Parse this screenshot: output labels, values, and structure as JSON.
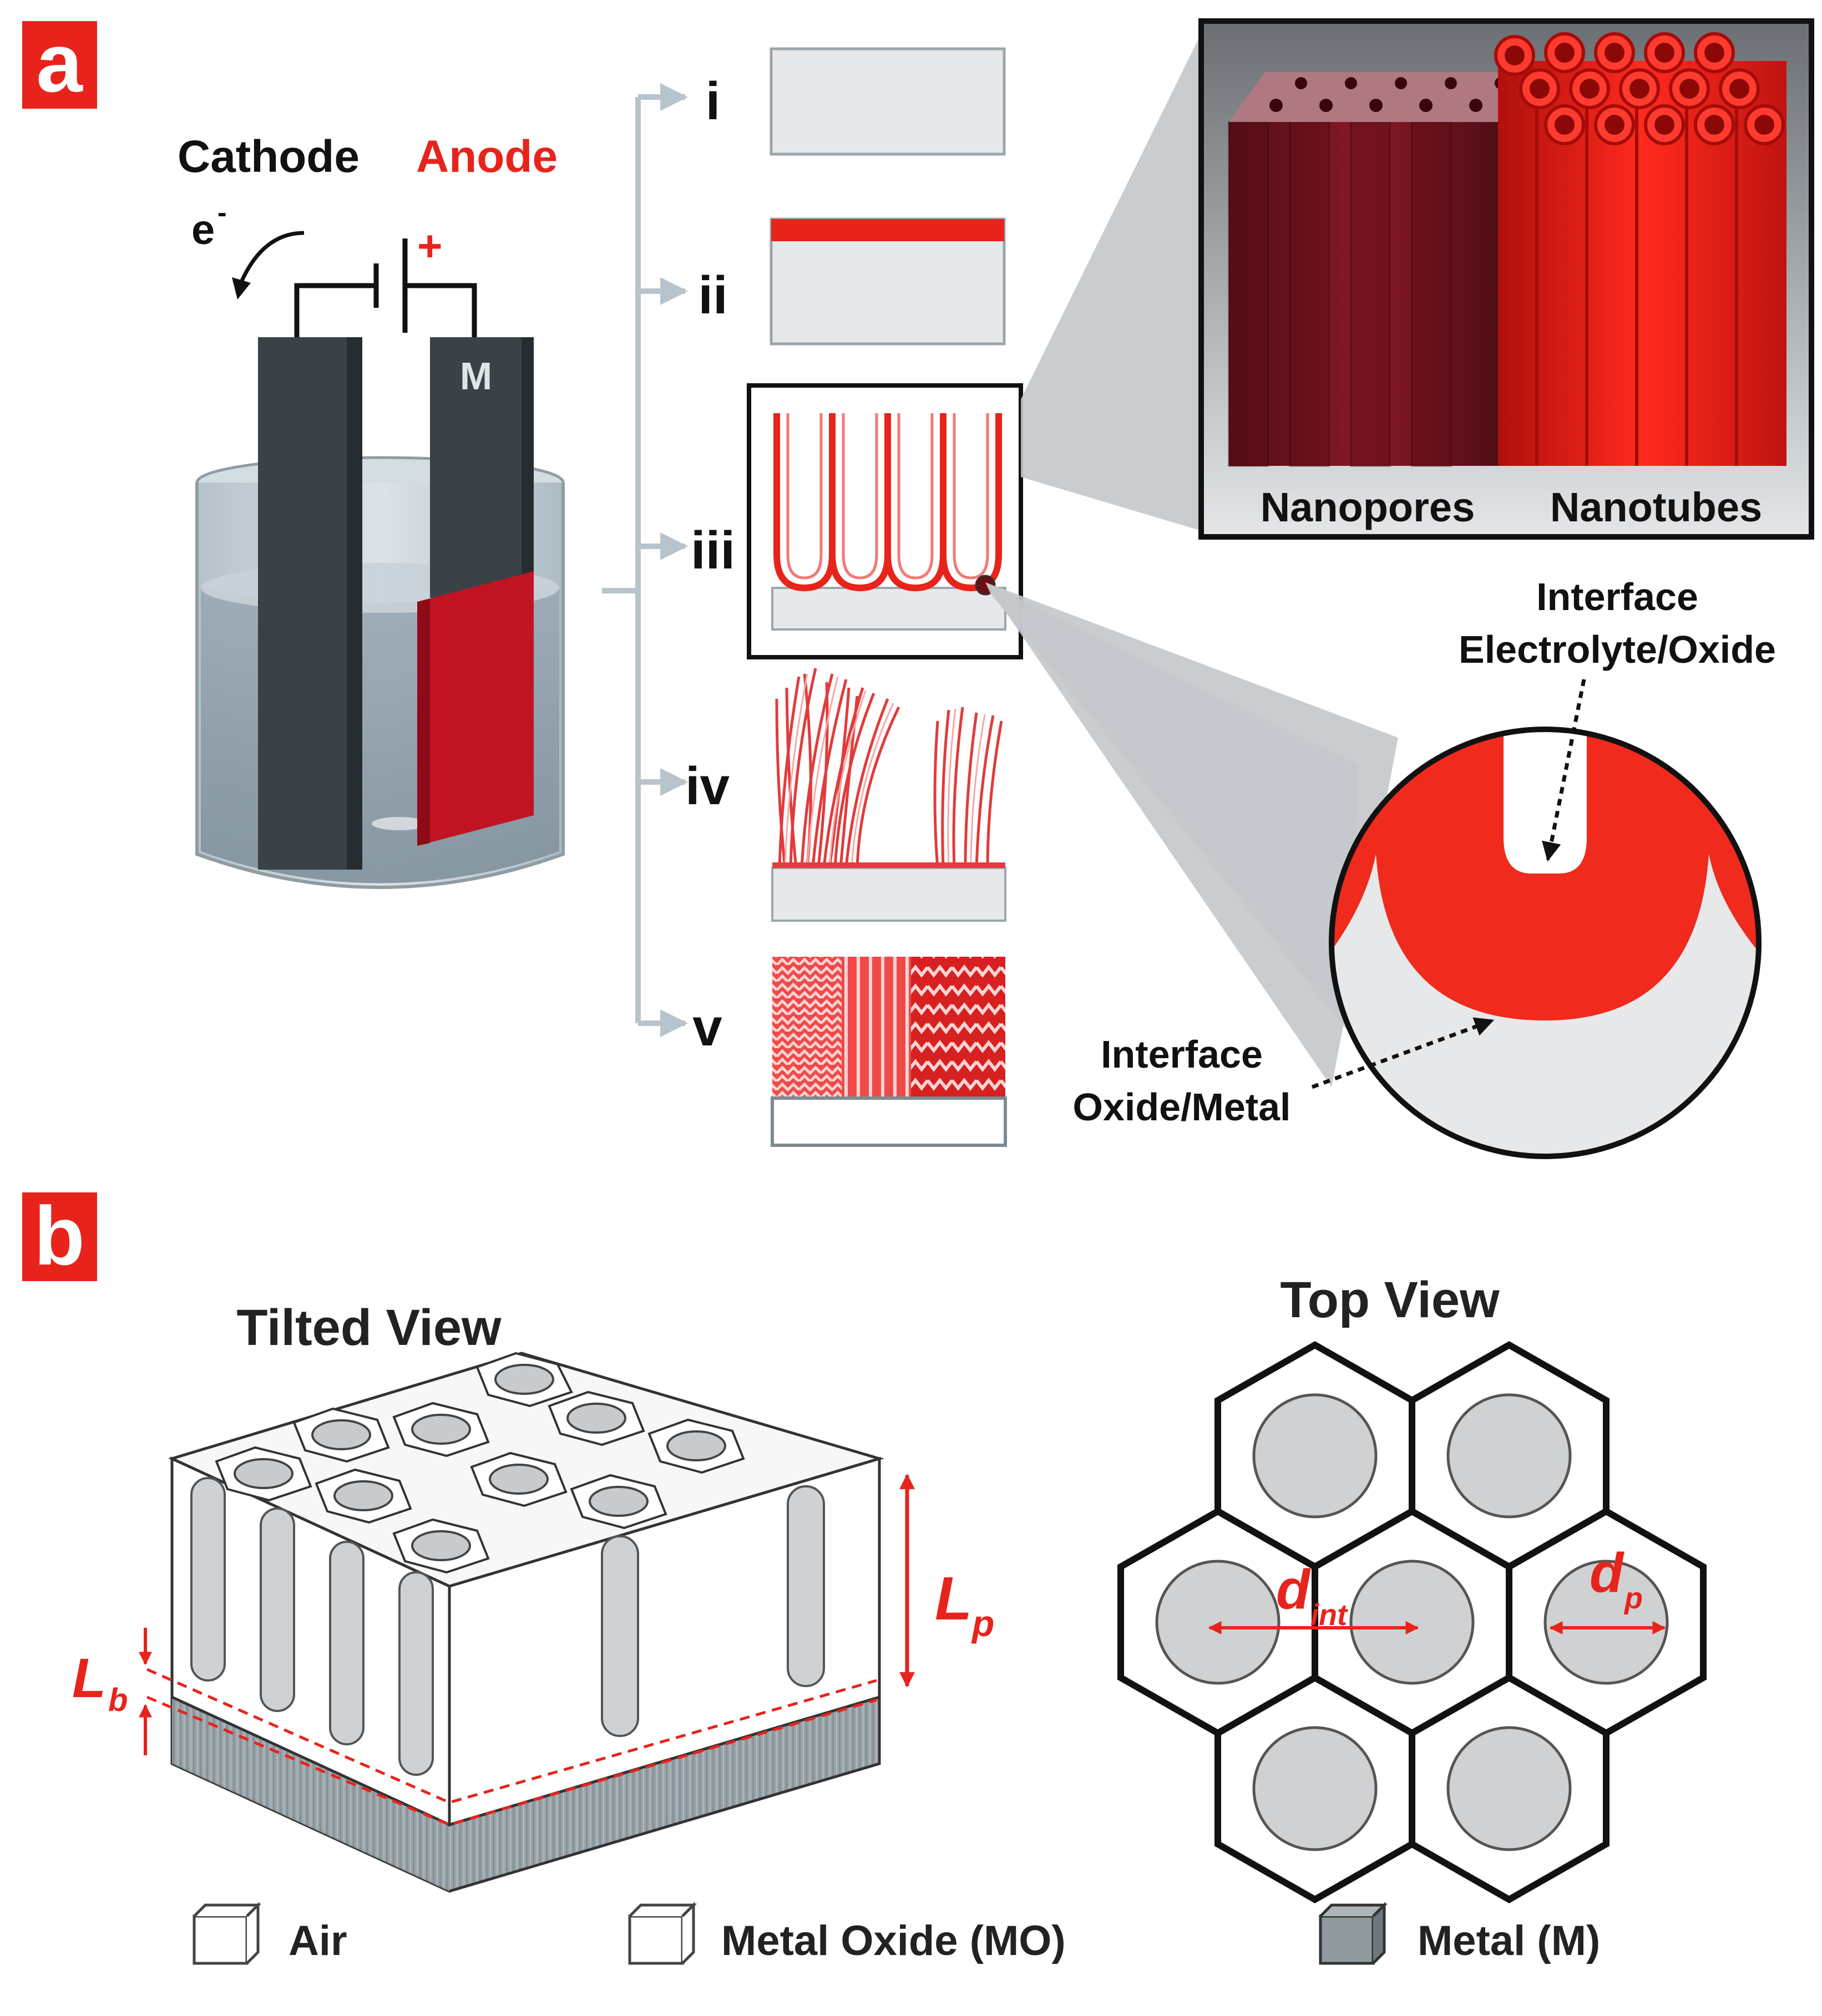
{
  "panel_a": {
    "label": "a",
    "cathode": "Cathode",
    "anode": "Anode",
    "electron": "e",
    "electron_sup": "-",
    "plus": "+",
    "metal": "M",
    "steps": [
      "i",
      "ii",
      "iii",
      "iv",
      "v"
    ],
    "inset_nanopores": "Nanopores",
    "inset_nanotubes": "Nanotubes",
    "interface_top_1": "Interface",
    "interface_top_2": "Electrolyte/Oxide",
    "interface_bottom_1": "Interface",
    "interface_bottom_2": "Oxide/Metal"
  },
  "panel_b": {
    "label": "b",
    "tilted_title": "Tilted View",
    "top_title": "Top View",
    "lp": "L",
    "lp_sub": "p",
    "lb": "L",
    "lb_sub": "b",
    "dint": "d",
    "dint_sub": "int",
    "dp": "d",
    "dp_sub": "p"
  },
  "legend": [
    {
      "label": "Air"
    },
    {
      "label": "Metal Oxide (MO)"
    },
    {
      "label": "Metal (M)"
    }
  ],
  "colors": {
    "brand_red": "#e8231c",
    "dark_red": "#7a1420",
    "electrode": "#3a4247",
    "substrate": "#e6e8ea",
    "metal_gray": "#8f9a9e"
  }
}
